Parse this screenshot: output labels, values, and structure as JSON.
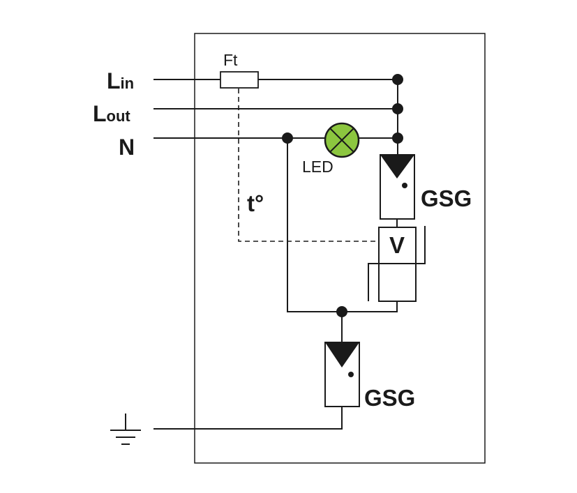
{
  "terminals": {
    "lin": {
      "main": "L",
      "sub": "in"
    },
    "lout": {
      "main": "L",
      "sub": "out"
    },
    "n": {
      "main": "N"
    }
  },
  "components": {
    "fuse": "Ft",
    "led": "LED",
    "led_color": "#8cc63f",
    "thermal": "t°",
    "varistor": "V",
    "gsg_top": "GSG",
    "gsg_bottom": "GSG"
  }
}
